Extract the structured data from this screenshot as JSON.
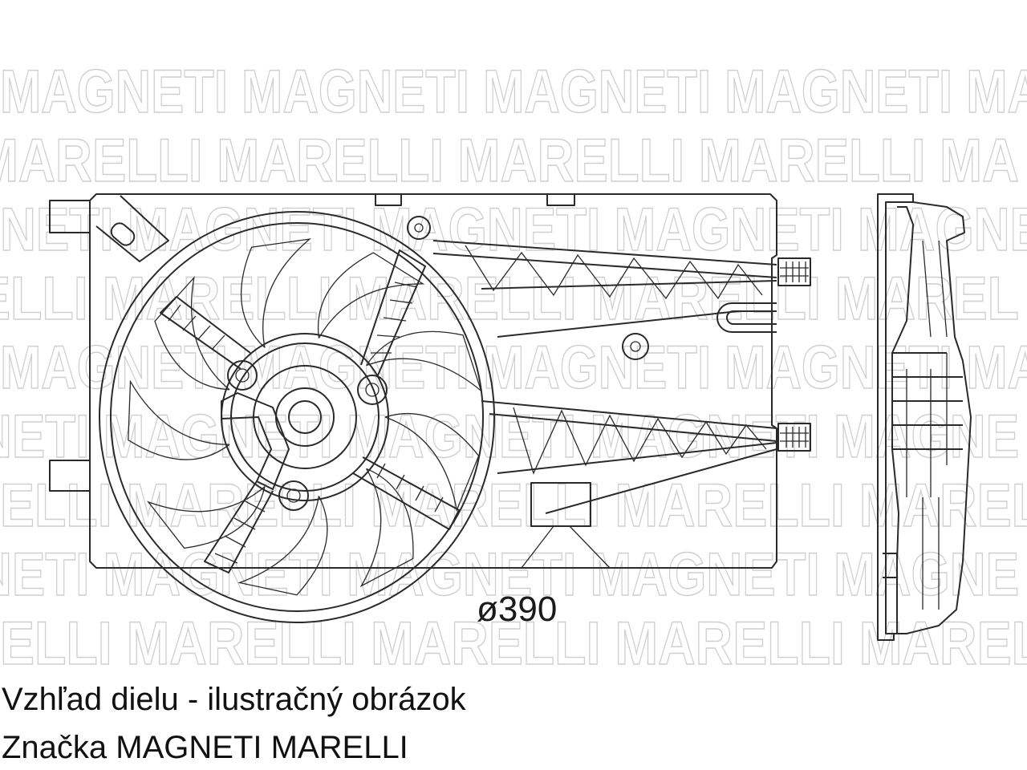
{
  "watermark": {
    "lines": [
      "MAGNETI MAGNETI MAGNETI MAGNETI MA",
      "MARELLI MARELLI MARELLI MARELLI MA",
      "NETI MAGNETI MAGNETI MAGNETI MAGNE",
      "ELLI MARELLI MARELLI MARELLI MAREL",
      "MAGNETI MAGNETI MAGNETI MAGNETI MA",
      "NETI MAGNETI MAGNETI MAGNETI MAGNE",
      "ELLI MARELLI MARELLI MARELLI MAREL",
      "NETI MAGNETI MAGNETI MAGNETI MAGNE",
      "ELLI MARELLI MARELLI MARELLI MAREL"
    ]
  },
  "drawing": {
    "diameter_label": "ø390"
  },
  "captions": {
    "line1": "Vzhľad dielu - ilustračný obrázok",
    "line2": "Značka MAGNETI MARELLI"
  }
}
